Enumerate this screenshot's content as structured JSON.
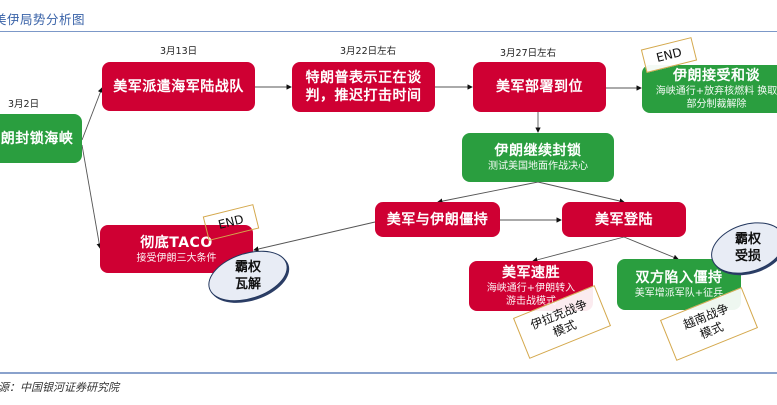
{
  "title": "美伊局势分析图",
  "source": "源：中国银河证券研究院",
  "dates": {
    "d1": "3月2日",
    "d2": "3月13日",
    "d3": "3月22日左右",
    "d4": "3月27日左右"
  },
  "nodes": {
    "blockade": {
      "main": "朗封锁海峡",
      "color": "#2a9e3f"
    },
    "marines": {
      "main": "美军派遣海军陆战队",
      "color": "#cf0033"
    },
    "trump": {
      "main_line1": "特朗普表示正在谈",
      "main_line2": "判，推迟打击时间",
      "color": "#cf0033"
    },
    "deploy": {
      "main": "美军部署到位",
      "color": "#cf0033"
    },
    "accept": {
      "main": "伊朗接受和谈",
      "sub_line1": "海峡通行+放弃核燃料 换取",
      "sub_line2": "部分制裁解除",
      "color": "#2a9e3f"
    },
    "continue": {
      "main": "伊朗继续封锁",
      "sub": "测试美国地面作战决心",
      "color": "#2a9e3f"
    },
    "standoff": {
      "main": "美军与伊朗僵持",
      "color": "#cf0033"
    },
    "landing": {
      "main": "美军登陆",
      "color": "#cf0033"
    },
    "taco": {
      "main": "彻底TACO",
      "sub": "接受伊朗三大条件",
      "color": "#cf0033"
    },
    "quickwin": {
      "main": "美军速胜",
      "sub_line1": "海峡通行+伊朗转入",
      "sub_line2": "游击战模式",
      "color": "#cf0033"
    },
    "stalemate": {
      "main": "双方陷入僵持",
      "sub": "美军增派军队+征兵",
      "color": "#2a9e3f"
    }
  },
  "stamps": {
    "end1": "END",
    "end2": "END",
    "iraq_line1": "伊拉克战争",
    "iraq_line2": "模式",
    "vietnam_line1": "越南战争",
    "vietnam_line2": "模式"
  },
  "ellipses": {
    "collapse_line1": "霸权",
    "collapse_line2": "瓦解",
    "damaged_line1": "霸权",
    "damaged_line2": "受损"
  }
}
